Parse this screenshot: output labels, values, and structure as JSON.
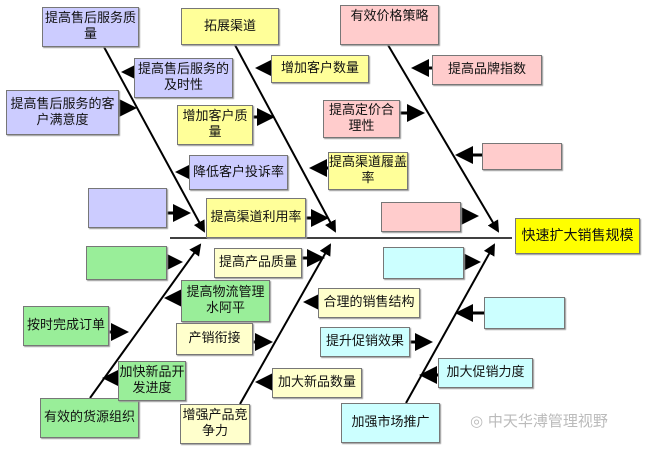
{
  "effect": "快速扩大销售规模",
  "categories": [
    {
      "label": "提高售后服务质量",
      "causes": [
        "提高售后服务的及时性",
        "提高售后服务的客户满意度",
        "降低客户投诉率",
        ""
      ]
    },
    {
      "label": "拓展渠道",
      "causes": [
        "增加客户数量",
        "增加客户质量",
        "提高渠道履盖率",
        "提高渠道利用率"
      ]
    },
    {
      "label": "有效价格策略",
      "causes": [
        "提高品牌指数",
        "提高定价合理性",
        "",
        ""
      ]
    },
    {
      "label": "有效的货源组织",
      "causes": [
        "",
        "提高物流管理水阿平",
        "按时完成订单",
        "加快新品开发进度"
      ]
    },
    {
      "label": "增强产品竞争力",
      "causes": [
        "提高产品质量",
        "合理的销售结构",
        "产销衔接",
        "加大新品数量"
      ]
    },
    {
      "label": "加强市场推广",
      "causes": [
        "",
        "提升促销效果",
        "",
        "加大促销力度"
      ]
    }
  ],
  "watermark": "中天华溥管理视野",
  "colors": {
    "service": "#ccccff",
    "channel": "#ffff99",
    "price": "#ffcccc",
    "supply": "#99ee99",
    "product": "#ffffcc",
    "promotion": "#ccffff",
    "effect": "#ffff00"
  }
}
